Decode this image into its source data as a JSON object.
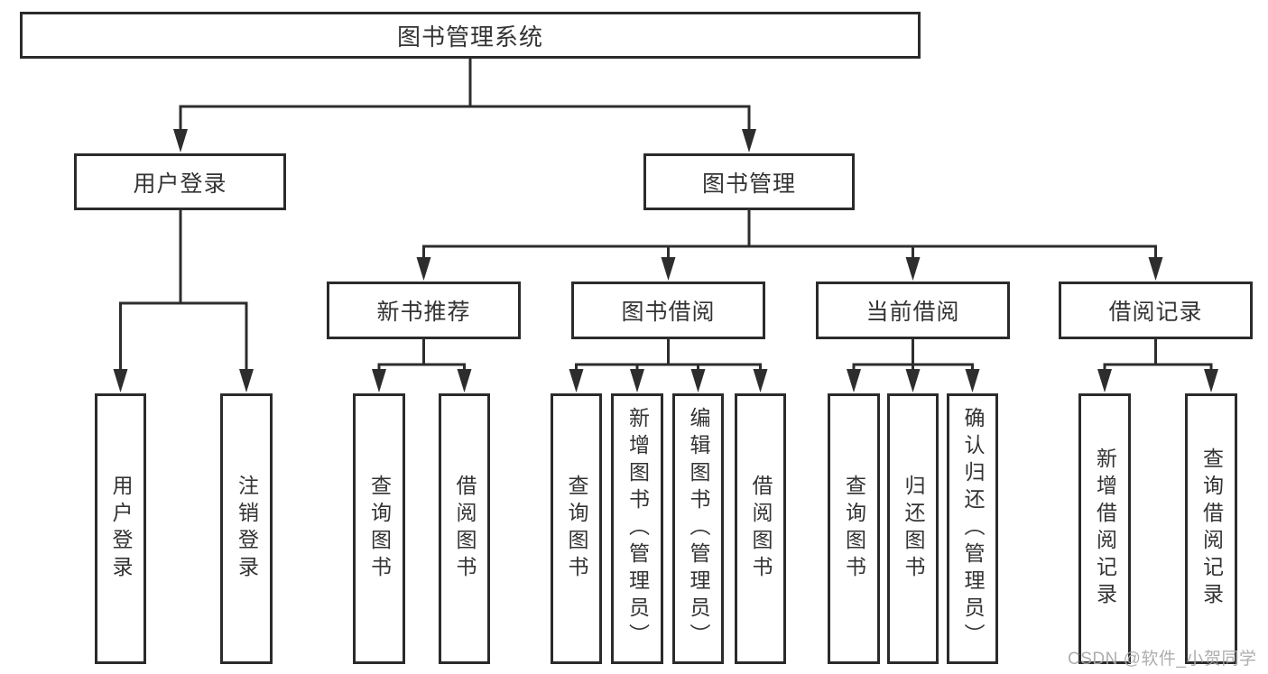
{
  "diagram": {
    "type": "hierarchy-tree",
    "root": {
      "label": "图书管理系统",
      "children": {
        "user_login": {
          "label": "用户登录",
          "children": {
            "login": {
              "label": "用户登录"
            },
            "logout": {
              "label": "注销登录"
            }
          }
        },
        "book_mgmt": {
          "label": "图书管理",
          "children": {
            "new_book": {
              "label": "新书推荐",
              "children": {
                "query": {
                  "label": "查询图书"
                },
                "borrow": {
                  "label": "借阅图书"
                }
              }
            },
            "book_borrow": {
              "label": "图书借阅",
              "children": {
                "query": {
                  "label": "查询图书"
                },
                "add": {
                  "label": "新增图书（管理员）"
                },
                "edit": {
                  "label": "编辑图书（管理员）"
                },
                "borrow": {
                  "label": "借阅图书"
                }
              }
            },
            "current_borrow": {
              "label": "当前借阅",
              "children": {
                "query": {
                  "label": "查询图书"
                },
                "return": {
                  "label": "归还图书"
                },
                "confirm": {
                  "label": "确认归还（管理员）"
                }
              }
            },
            "borrow_records": {
              "label": "借阅记录",
              "children": {
                "add": {
                  "label": "新增借阅记录"
                },
                "query": {
                  "label": "查询借阅记录"
                }
              }
            }
          }
        }
      }
    }
  },
  "watermark": {
    "text": "CSDN @软件_小贺同学"
  },
  "colors": {
    "line": "#2d2d2d",
    "border": "#2b2b2b",
    "text": "#333333",
    "watermark": "#a8a8a8",
    "background": "#ffffff"
  }
}
